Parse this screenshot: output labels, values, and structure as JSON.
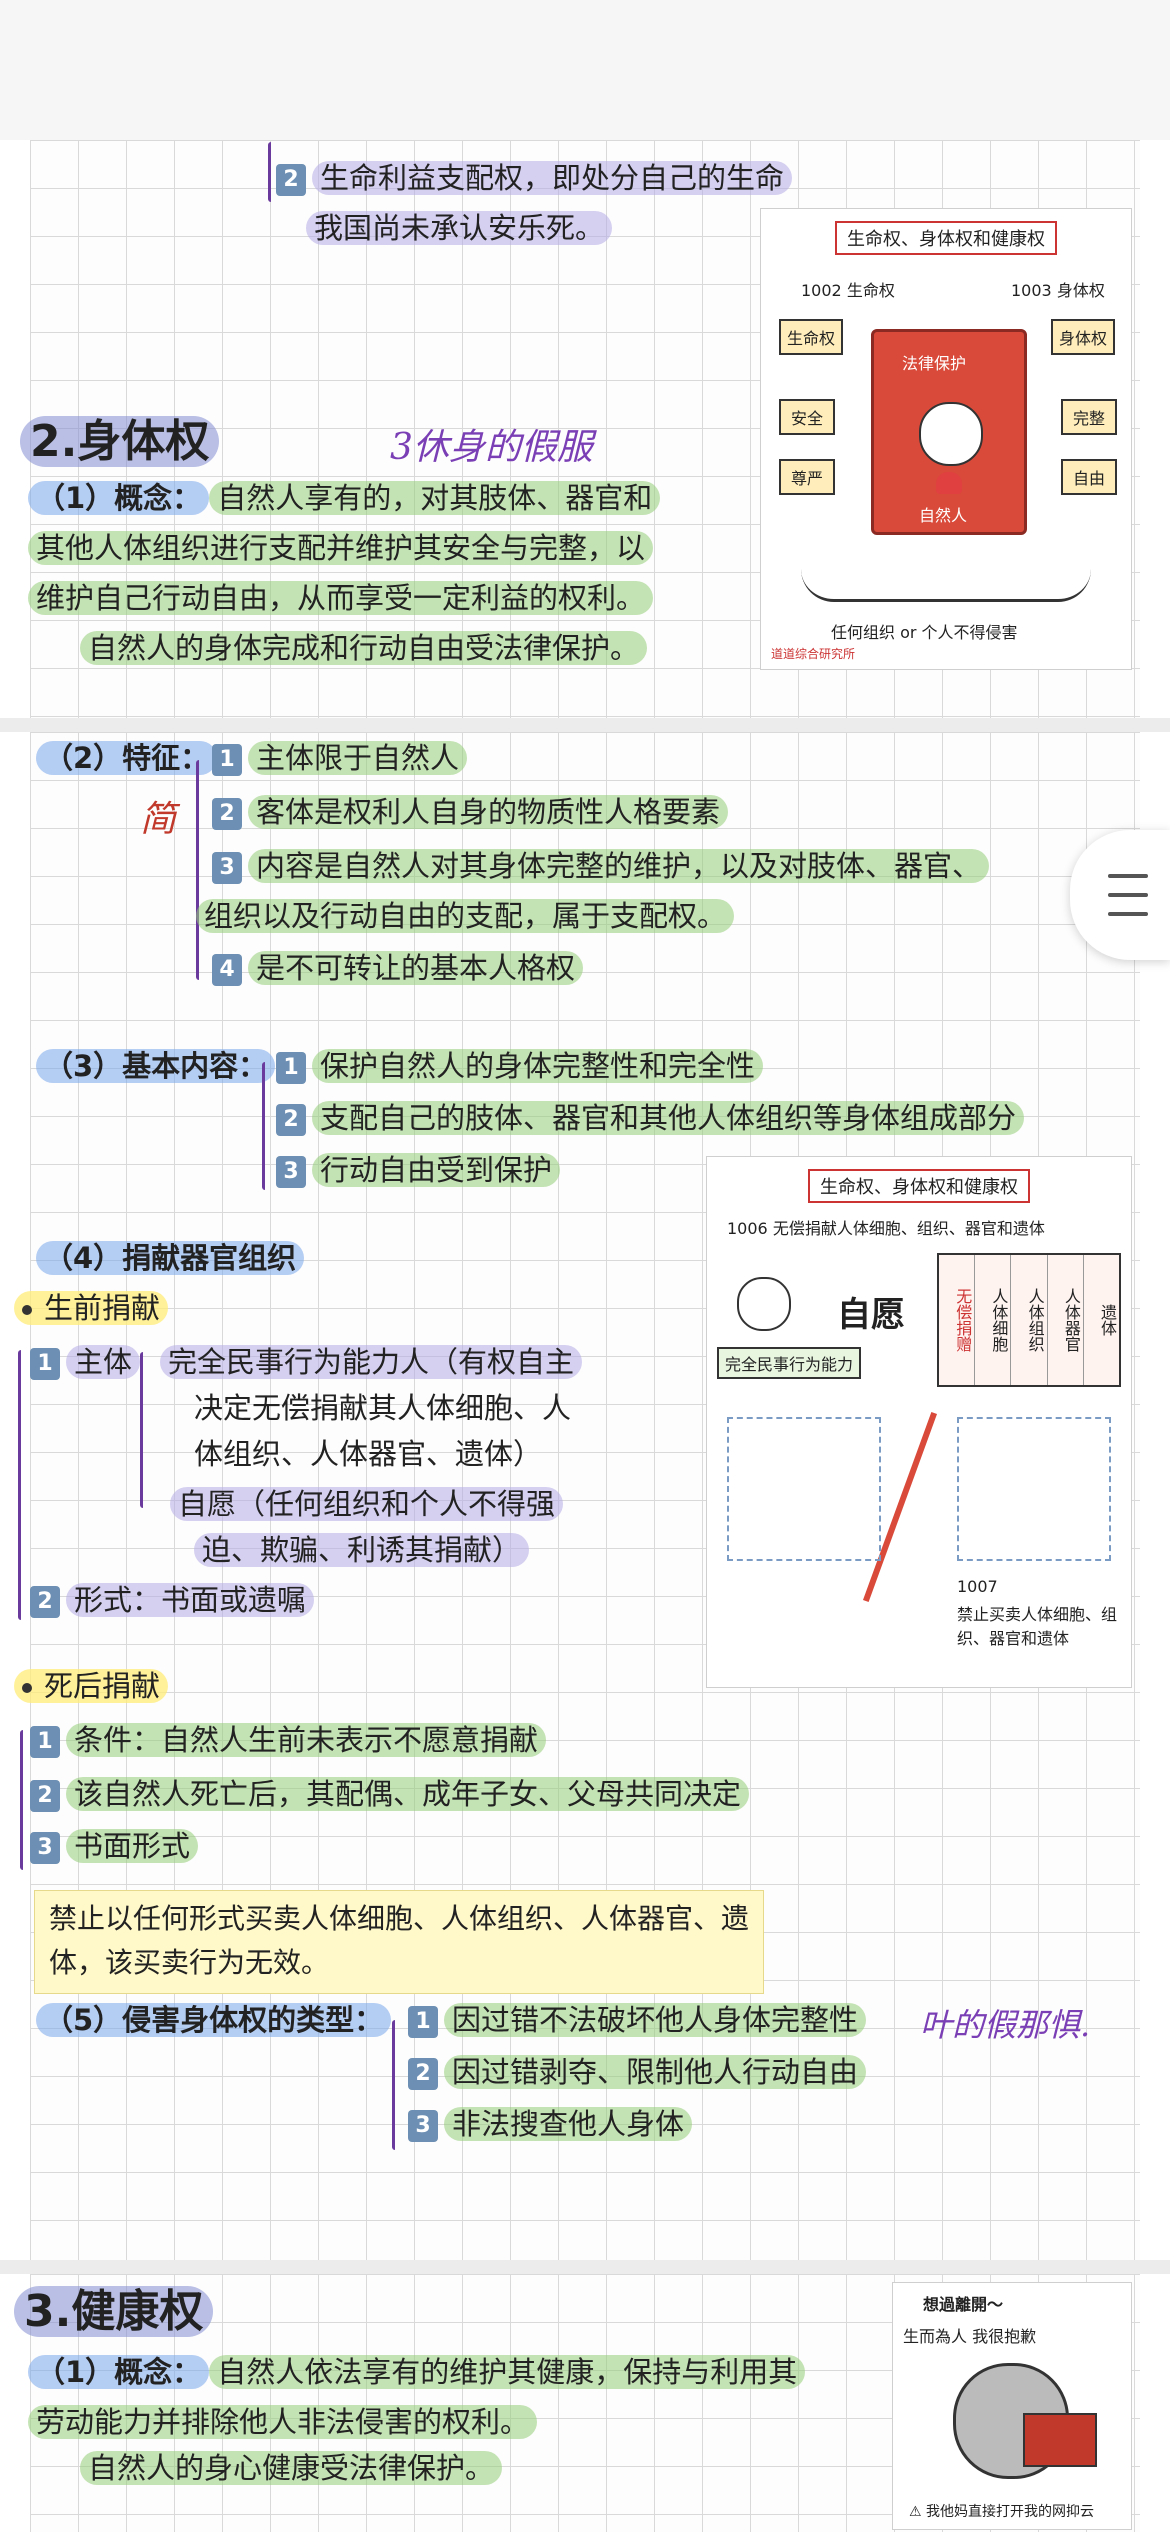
{
  "section1_tail": {
    "item2_num": "2",
    "item2_text": "生命利益支配权，即处分自己的生命",
    "note": "我国尚未承认安乐死。"
  },
  "illustration1": {
    "title": "生命权、身体权和健康权",
    "label_1002": "1002",
    "label_1002_text": "生命权",
    "label_1003": "1003",
    "label_1003_text": "身体权",
    "left_tags": [
      "生命权",
      "安全",
      "尊严"
    ],
    "right_tags": [
      "身体权",
      "完整",
      "自由"
    ],
    "book_text": "法律保护",
    "figure_text": "自然人",
    "caption": "任何组织 or 个人不得侵害",
    "footer": "道道综合研究所"
  },
  "section2": {
    "title": "2.身体权",
    "handnote": "3休身的假服",
    "concept_label": "（1）概念：",
    "concept_l1": "自然人享有的，对其肢体、器官和",
    "concept_l2": "其他人体组织进行支配并维护其安全与完整，以",
    "concept_l3": "维护自己行动自由，从而享受一定利益的权利。",
    "concept_note": "自然人的身体完成和行动自由受法律保护。",
    "features_label": "（2）特征：",
    "features_hand": "简",
    "features": [
      {
        "num": "1",
        "text": "主体限于自然人"
      },
      {
        "num": "2",
        "text": "客体是权利人自身的物质性人格要素"
      },
      {
        "num": "3",
        "text": "内容是自然人对其身体完整的维护，以及对肢体、器官、"
      },
      {
        "num": "4",
        "text": "是不可转让的基本人格权"
      }
    ],
    "feature3_cont": "组织以及行动自由的支配，属于支配权。",
    "content_label": "（3）基本内容：",
    "contents": [
      {
        "num": "1",
        "text": "保护自然人的身体完整性和完全性"
      },
      {
        "num": "2",
        "text": "支配自己的肢体、器官和其他人体组织等身体组成部分"
      },
      {
        "num": "3",
        "text": "行动自由受到保护"
      }
    ],
    "donate_label": "（4）捐献器官组织",
    "before_death": "生前捐献",
    "subject_num": "1",
    "subject_label": "主体",
    "subject_l1": "完全民事行为能力人（有权自主",
    "subject_l2": "决定无偿捐献其人体细胞、人",
    "subject_l3": "体组织、人体器官、遗体）",
    "voluntary_l1": "自愿（任何组织和个人不得强",
    "voluntary_l2": "迫、欺骗、利诱其捐献）",
    "form_num": "2",
    "form_text": "形式：书面或遗嘱",
    "after_death": "死后捐献",
    "after_items": [
      {
        "num": "1",
        "text": "条件：自然人生前未表示不愿意捐献"
      },
      {
        "num": "2",
        "text": "该自然人死亡后，其配偶、成年子女、父母共同决定"
      },
      {
        "num": "3",
        "text": "书面形式"
      }
    ],
    "note_box_l1": "禁止以任何形式买卖人体细胞、人体组织、人体器官、遗",
    "note_box_l2": "体，该买卖行为无效。",
    "infringe_label": "（5）侵害身体权的类型：",
    "infringe_hand": "叶的假那惧.",
    "infringe_items": [
      {
        "num": "1",
        "text": "因过错不法破坏他人身体完整性"
      },
      {
        "num": "2",
        "text": "因过错剥夺、限制他人行动自由"
      },
      {
        "num": "3",
        "text": "非法搜查他人身体"
      }
    ]
  },
  "illustration2": {
    "title": "生命权、身体权和健康权",
    "label_1006": "1006",
    "label_1006_text": "无偿捐献人体细胞、组织、器官和遗体",
    "left_text": "完全民事行为能力",
    "center_text": "自愿",
    "panel_items": [
      "无偿捐赠",
      "人体细胞",
      "人体组织",
      "人体器官",
      "遗体"
    ],
    "label_1007": "1007",
    "label_1007_text": "禁止买卖人体细胞、组织、器官和遗体"
  },
  "section3": {
    "title": "3.健康权",
    "concept_label": "（1）概念：",
    "concept_l1": "自然人依法享有的维护其健康，保持与利用其",
    "concept_l2": "劳动能力并排除他人非法侵害的权利。",
    "concept_note": "自然人的身心健康受法律保护。"
  },
  "meme": {
    "top_text": "想過離開～",
    "mid_text": "生而為人 我很抱歉",
    "bottom_text": "我他妈直接打开我的网抑云"
  }
}
